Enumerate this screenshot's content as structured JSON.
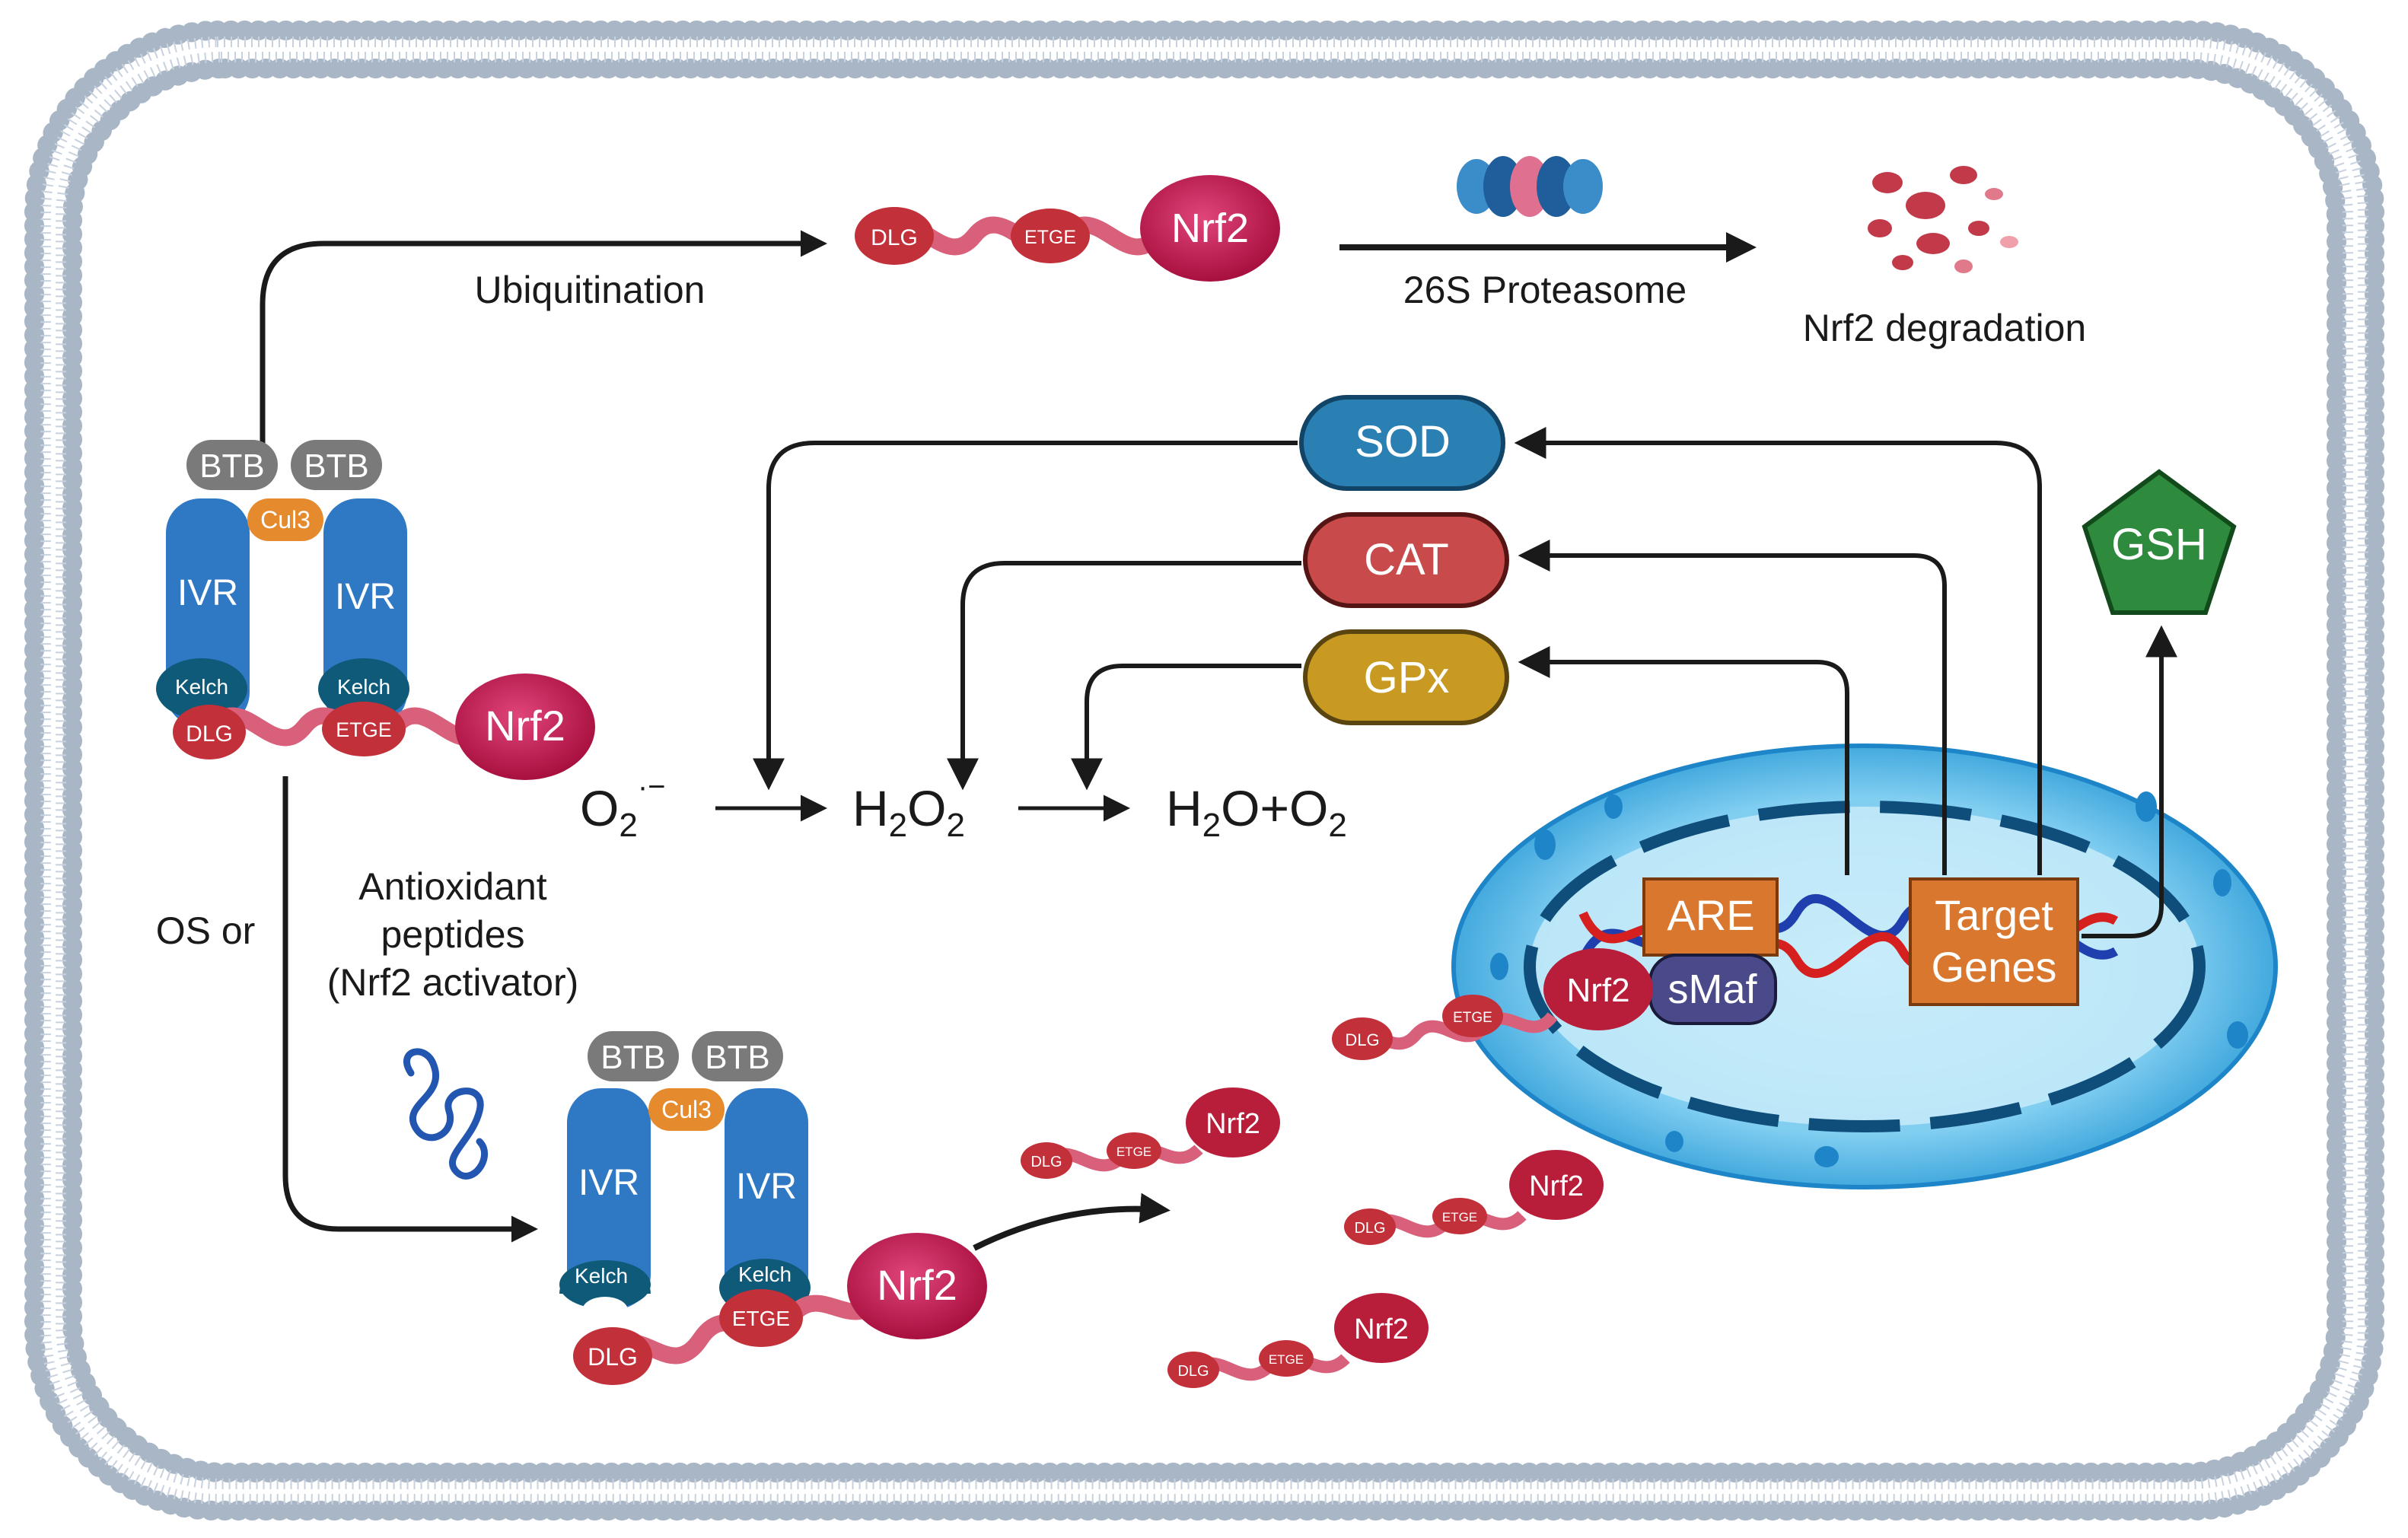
{
  "labels": {
    "ubiquitination": "Ubiquitination",
    "proteasome": "26S Proteasome",
    "degradation": "Nrf2 degradation",
    "os_or": "OS or",
    "activator_1": "Antioxidant",
    "activator_2": "peptides",
    "activator_3": "(Nrf2 activator)"
  },
  "protein": {
    "btb": "BTB",
    "cul3": "Cul3",
    "ivr": "IVR",
    "kelch": "Kelch",
    "dlg": "DLG",
    "etge": "ETGE",
    "nrf2": "Nrf2"
  },
  "enzymes": {
    "sod": "SOD",
    "cat": "CAT",
    "gpx": "GPx",
    "gsh": "GSH"
  },
  "reaction": {
    "o2": "O",
    "o2_sub": "2",
    "o2_sup": "·−",
    "h2o2_a": "H",
    "h2o2_b": "2",
    "h2o2_c": "O",
    "h2o2_d": "2",
    "prod_a": "H",
    "prod_b": "2",
    "prod_c": "O+O",
    "prod_d": "2"
  },
  "nucleus": {
    "are": "ARE",
    "smaf": "sMaf",
    "target_1": "Target",
    "target_2": "Genes"
  },
  "colors": {
    "membrane": "#aab8c8",
    "ivr": "#2f78c4",
    "kelch": "#0e5a78",
    "btb": "#7a7a7a",
    "cul3": "#e68a2e",
    "dlg": "#c2303a",
    "helix": "#d9607a",
    "nrf2": "#c4164e",
    "sod": "#2a7fb3",
    "cat": "#c94a4a",
    "gpx": "#c99a22",
    "gsh": "#2e8b3e",
    "nucleus": "#4fb6e6",
    "gene_box": "#d9772e",
    "smaf": "#4a4a8a"
  }
}
